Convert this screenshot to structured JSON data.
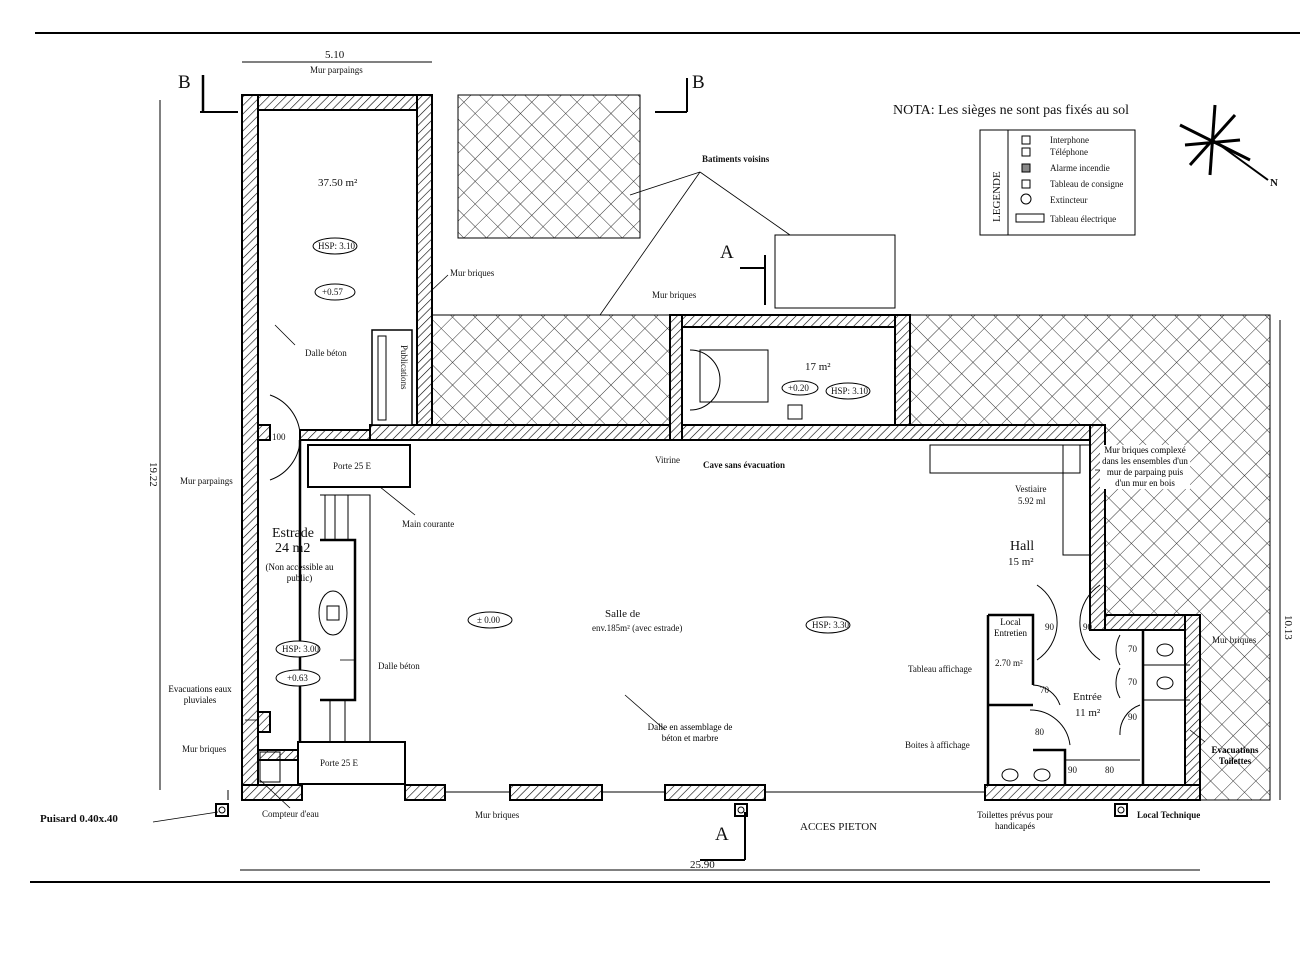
{
  "title_note": "NOTA: Les sièges ne sont pas fixés au sol",
  "legend": {
    "title": "LEGENDE",
    "items": [
      "Interphone",
      "Téléphone",
      "Alarme incendie",
      "Tableau de consigne",
      "Extincteur",
      "Tableau électrique"
    ]
  },
  "north_label": "N",
  "section_marks": {
    "b_left": "B",
    "b_right": "B",
    "a_top": "A",
    "a_bottom": "A"
  },
  "dimensions": {
    "top_width": "5.10",
    "left_height": "19.22",
    "right_height": "10.13",
    "bottom_width": "25.90"
  },
  "rooms": {
    "storage": {
      "area": "37.50 m²",
      "hsp": "HSP: 3.10",
      "level": "+0.57",
      "floor": "Dalle béton",
      "shelf": "Publications"
    },
    "cave": {
      "area": "17 m²",
      "level": "+0.20",
      "hsp": "HSP: 3.10",
      "note": "Cave sans évacuation"
    },
    "estrade": {
      "name": "Estrade",
      "area": "24 m2",
      "note": "(Non accessible au public)",
      "hsp": "HSP: 3.00",
      "level": "+0.63",
      "floor": "Dalle béton",
      "door_top": "Porte 25 E",
      "door_bottom": "Porte 25 E",
      "door_100": "100",
      "rail": "Main courante"
    },
    "salle": {
      "name": "Salle de",
      "area": "env.185m² (avec estrade)",
      "level": "± 0.00",
      "hsp": "HSP: 3.30",
      "floor": "Dalle en assemblage de béton et marbre",
      "vitrine": "Vitrine"
    },
    "hall": {
      "name": "Hall",
      "area": "15 m²",
      "vestiaire": "Vestiaire",
      "vestiaire_len": "5.92 ml",
      "doors": [
        "90",
        "90"
      ]
    },
    "local_entretien": {
      "name": "Local Entretien",
      "area": "2.70 m²"
    },
    "entree": {
      "name": "Entrée",
      "area": "11 m²",
      "doors": [
        "70",
        "70",
        "70",
        "80",
        "90",
        "90",
        "80"
      ]
    }
  },
  "labels": {
    "batiments_voisins": "Batiments voisins",
    "mur_parpaings_top": "Mur parpaings",
    "mur_briques_1": "Mur briques",
    "mur_briques_2": "Mur briques",
    "mur_parpaings_left": "Mur parpaings",
    "evacuations": "Evacuations eaux pluviales",
    "mur_briques_left": "Mur briques",
    "puisard": "Puisard 0.40x.40",
    "compteur": "Compteur d'eau",
    "mur_briques_bottom": "Mur briques",
    "acces": "ACCES PIETON",
    "mur_complex": "Mur briques complexé dans les ensembles d'un mur de parpaing puis d'un mur en bois",
    "mur_briques_right": "Mur briques",
    "tableau_affichage": "Tableau affichage",
    "boites": "Boites à affichage",
    "toilettes_handi": "Toilettes prévus pour handicapés",
    "evac_toilettes": "Evacuations Toilettes",
    "local_technique": "Local Technique"
  }
}
